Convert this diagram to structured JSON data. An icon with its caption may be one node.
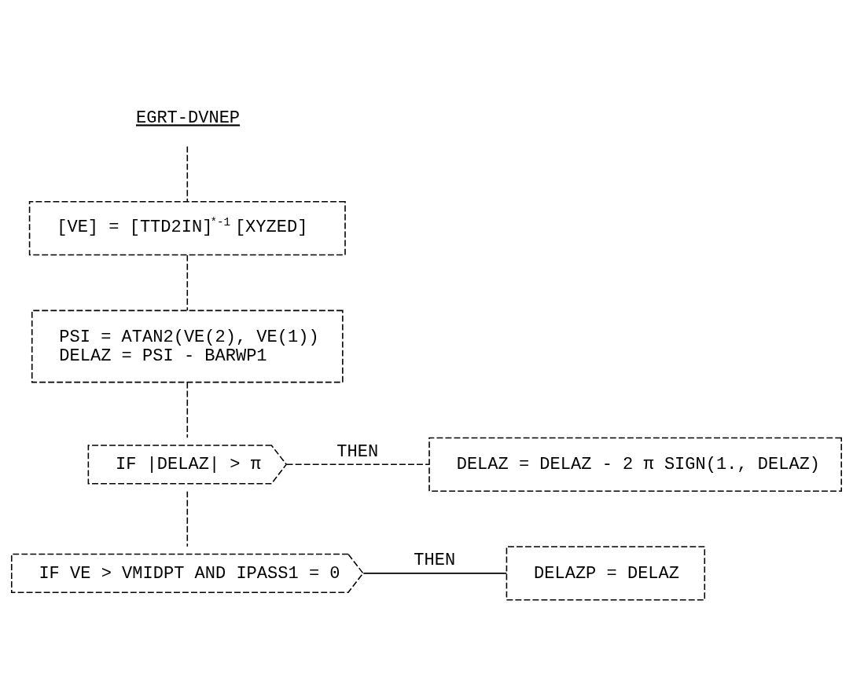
{
  "diagram": {
    "nodes": [
      {
        "text": [
          "EGRT-DVNEP"
        ]
      },
      {
        "text": [
          "[VE] = [TTD2IN]$^{*-1}$ [XYZED]"
        ]
      },
      {
        "text": [
          "PSI = ATAN2(VE(2), VE(1))",
          "DELAZ = PSI - BARWP1"
        ]
      },
      {
        "text": [
          "IF |DELAZ| > π"
        ]
      },
      {
        "text": [
          "DELAZ = DELAZ - 2 π SIGN(1., DELAZ)"
        ]
      },
      {
        "text": [
          "IF VE > VMIDPT AND IPASS1 = 0"
        ]
      },
      {
        "text": [
          "DELAZP = DELAZ"
        ]
      }
    ],
    "edges": [
      {
        "from": 0,
        "to": 1,
        "arrow": "none",
        "style": "dashed"
      },
      {
        "from": 1,
        "to": 2,
        "arrow": "none",
        "style": "dashed"
      },
      {
        "from": 2,
        "to": 3,
        "arrow": "none",
        "style": "dashed"
      },
      {
        "from": 3,
        "to": 4,
        "arrow": "none",
        "style": "dashed",
        "label": "THEN"
      },
      {
        "from": 3,
        "to": 5,
        "arrow": "none",
        "style": "dashed"
      },
      {
        "from": 5,
        "to": 6,
        "arrow": "none",
        "label": "THEN"
      }
    ]
  }
}
